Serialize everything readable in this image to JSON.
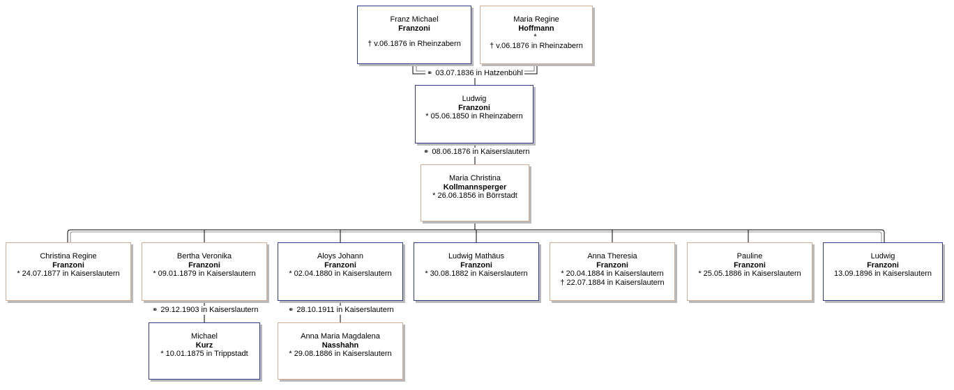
{
  "symbols": {
    "born": "*",
    "died": "†",
    "married": "⚭"
  },
  "people": {
    "franz_michael": {
      "given": "Franz Michael",
      "surname": "Franzoni",
      "death": "v.06.1876 in Rheinzabern"
    },
    "maria_regine": {
      "given": "Maria Regine",
      "surname": "Hoffmann",
      "birth": "",
      "death": "v.06.1876 in Rheinzabern"
    },
    "ludwig_sr": {
      "given": "Ludwig",
      "surname": "Franzoni",
      "birth": "05.06.1850 in Rheinzabern"
    },
    "maria_christina": {
      "given": "Maria Christina",
      "surname": "Kollmannsperger",
      "birth": "26.06.1856 in Börrstadt"
    },
    "christina_regine": {
      "given": "Christina Regine",
      "surname": "Franzoni",
      "birth": "24.07.1877 in Kaiserslautern"
    },
    "bertha_veronika": {
      "given": "Bertha Veronika",
      "surname": "Franzoni",
      "birth": "09.01.1879 in Kaiserslautern"
    },
    "aloys_johann": {
      "given": "Aloys Johann",
      "surname": "Franzoni",
      "birth": "02.04.1880 in Kaiserslautern"
    },
    "ludwig_mathaus": {
      "given": "Ludwig Mathäus",
      "surname": "Franzoni",
      "birth": "30.08.1882 in Kaiserslautern"
    },
    "anna_theresia": {
      "given": "Anna Theresia",
      "surname": "Franzoni",
      "birth": "20.04.1884 in Kaiserslautern",
      "death": "22.07.1884 in Kaiserslautern"
    },
    "pauline": {
      "given": "Pauline",
      "surname": "Franzoni",
      "birth": "25.05.1886 in Kaiserslautern"
    },
    "ludwig_jr": {
      "given": "Ludwig",
      "surname": "Franzoni",
      "note": "13.09.1896 in Kaiserslautern"
    },
    "michael_kurz": {
      "given": "Michael",
      "surname": "Kurz",
      "birth": "10.01.1875 in Trippstadt"
    },
    "anna_maria_magdalena": {
      "given": "Anna Maria Magdalena",
      "surname": "Nasshahn",
      "birth": "29.08.1886 in Kaiserslautern"
    }
  },
  "marriages": {
    "grandparents": "03.07.1836 in Hatzenbühl",
    "parents": "08.06.1876 in Kaiserslautern",
    "bertha": "29.12.1903 in Kaiserslautern",
    "aloys": "28.10.1911 in Kaiserslautern"
  },
  "colors": {
    "male_border": "#2e3a8c",
    "female_border": "#d2ad92",
    "line": "#000000"
  }
}
